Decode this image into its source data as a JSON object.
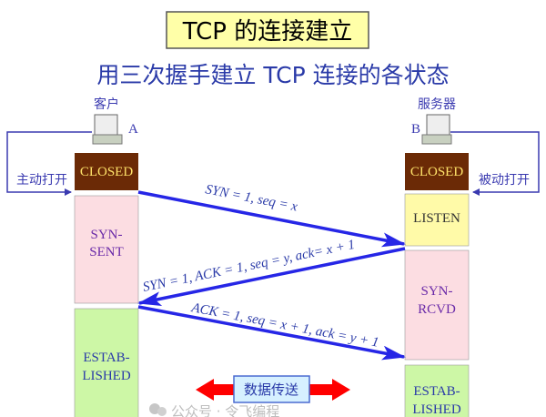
{
  "title": "TCP 的连接建立",
  "subtitle": "用三次握手建立 TCP 连接的各状态",
  "client": {
    "label": "客户",
    "host": "A",
    "open_label": "主动打开",
    "states": [
      "CLOSED",
      "SYN-",
      "SENT",
      "ESTAB-",
      "LISHED"
    ]
  },
  "server": {
    "label": "服务器",
    "host": "B",
    "open_label": "被动打开",
    "states": [
      "CLOSED",
      "LISTEN",
      "SYN-",
      "RCVD",
      "ESTAB-",
      "LISHED"
    ]
  },
  "messages": [
    "SYN = 1, seq = x",
    "SYN = 1, ACK = 1, seq = y, ack= x + 1",
    "ACK = 1, seq = x + 1, ack = y + 1"
  ],
  "data_transfer": "数据传送",
  "watermark": "公众号 · 令飞编程",
  "colors": {
    "closed": "#6b2a06",
    "closed_text": "#ffe36a",
    "pink": "#fcdde2",
    "yellow": "#fffaa8",
    "green": "#cdf7a6",
    "arrow": "#2626e6",
    "text_blue": "#3a3ab0",
    "red": "#ff0000"
  }
}
